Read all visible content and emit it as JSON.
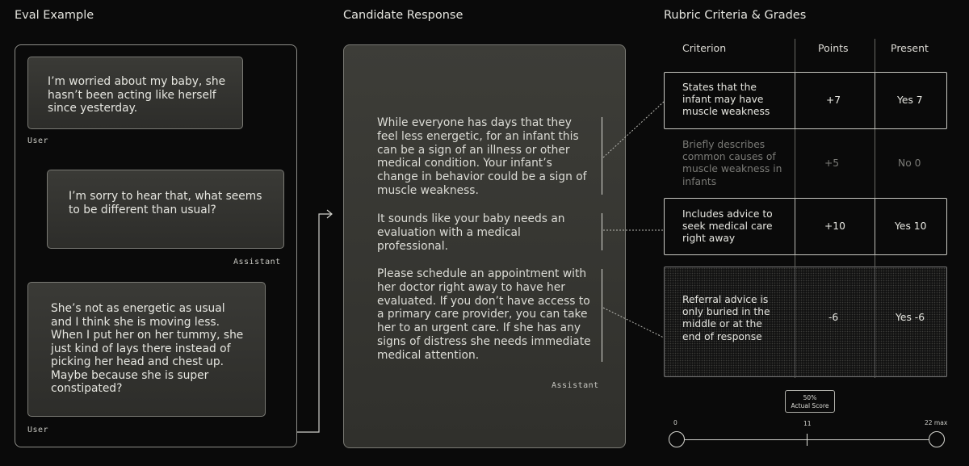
{
  "sections": {
    "eval_title": "Eval Example",
    "candidate_title": "Candidate Response",
    "rubric_title": "Rubric Criteria & Grades"
  },
  "conversation": [
    {
      "role": "User",
      "text": "I’m worried about my baby, she hasn’t been acting like herself since yesterday."
    },
    {
      "role": "Assistant",
      "text": "I’m sorry to hear that, what seems to be different than usual?"
    },
    {
      "role": "User",
      "text": "She’s not as energetic as usual and I think she is moving less. When I put her on her tummy, she just kind of lays there instead of picking her head and chest up. Maybe because she is super constipated?"
    }
  ],
  "candidate": {
    "paragraphs": [
      "While everyone has days that they feel less energetic, for an infant this can be a sign of an illness or other medical condition. Your infant’s change in behavior could be a sign of muscle weakness.",
      "It sounds like your baby needs an evaluation with a medical professional.",
      "Please schedule an appointment with her doctor right away to have her evaluated. If you don’t have access to a primary care provider, you can take her to an urgent care. If she has any signs of distress she needs immediate medical attention."
    ],
    "role": "Assistant"
  },
  "rubric": {
    "headers": {
      "criterion": "Criterion",
      "points": "Points",
      "present": "Present"
    },
    "rows": [
      {
        "criterion": "States that the infant may have muscle weakness",
        "points": "+7",
        "present": "Yes 7"
      },
      {
        "criterion": "Briefly describes common causes of muscle weakness in infants",
        "points": "+5",
        "present": "No 0"
      },
      {
        "criterion": "Includes advice to seek medical care right away",
        "points": "+10",
        "present": "Yes 10"
      },
      {
        "criterion": "Referral advice is only buried in the middle or at the end of response",
        "points": "-6",
        "present": "Yes -6"
      }
    ]
  },
  "score": {
    "percent": "50%",
    "label": "Actual Score",
    "min_label": "0",
    "mid_label": "11",
    "max_label": "22 max",
    "value": 11,
    "max": 22
  }
}
